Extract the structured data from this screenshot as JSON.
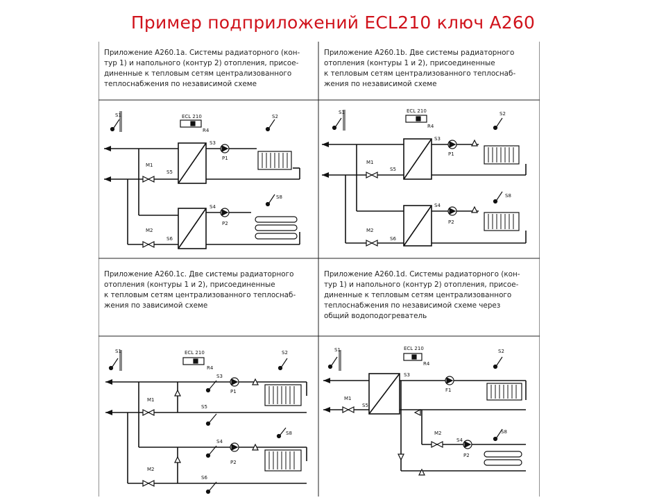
{
  "title": "Пример подприложений ECL210 ключ А260",
  "panels": [
    {
      "id": "a",
      "caption": [
        "Приложение A260.1a. Системы радиаторного (кон-",
        "тур 1) и напольного (контур 2) отопления, присое-",
        "диненные к тепловым сетям централизованного",
        "теплоснабжения по независимой схеме"
      ],
      "labels": {
        "s1": "S1",
        "ecl": "ECL 210",
        "r4": "R4",
        "s2": "S2",
        "s3": "S3",
        "p1": "P1",
        "m1": "M1",
        "s5": "S5",
        "s8": "S8",
        "s4": "S4",
        "p2": "P2",
        "m2": "M2",
        "s6": "S6"
      }
    },
    {
      "id": "b",
      "caption": [
        "Приложение A260.1b. Две системы радиаторного",
        "отопления (контуры 1 и 2), присоединенные",
        "к тепловым сетям централизованного теплоснаб-",
        "жения по независимой схеме"
      ],
      "labels": {
        "s1": "S1",
        "ecl": "ECL 210",
        "r4": "R4",
        "s2": "S2",
        "s3": "S3",
        "p1": "P1",
        "m1": "M1",
        "s5": "S5",
        "s8": "S8",
        "s4": "S4",
        "p2": "P2",
        "m2": "M2",
        "s6": "S6"
      }
    },
    {
      "id": "c",
      "caption": [
        "Приложение A260.1c. Две системы радиаторного",
        "отопления (контуры 1 и 2), присоединенные",
        "к тепловым сетям централизованного теплоснаб-",
        "жения по зависимой схеме"
      ],
      "labels": {
        "s1": "S1",
        "ecl": "ECL 210",
        "r4": "R4",
        "s2": "S2",
        "s3": "S3",
        "p1": "P1",
        "m1": "M1",
        "s5": "S5",
        "s8": "S8",
        "s4": "S4",
        "p2": "P2",
        "m2": "M2",
        "s6": "S6"
      }
    },
    {
      "id": "d",
      "caption": [
        "Приложение A260.1d. Системы радиаторного (кон-",
        "тур 1) и напольного (контур 2) отопления, присое-",
        "диненные к тепловым сетям централизованного",
        "теплоснабжения по независимой схеме через",
        "общий водоподогреватель"
      ],
      "labels": {
        "s1": "S1",
        "ecl": "ECL 210",
        "r4": "R4",
        "s2": "S2",
        "s3": "S3",
        "f1": "F1",
        "m1": "M1",
        "s5": "S5",
        "s8": "S8",
        "m2": "M2",
        "s4": "S4",
        "p2": "P2"
      }
    }
  ]
}
